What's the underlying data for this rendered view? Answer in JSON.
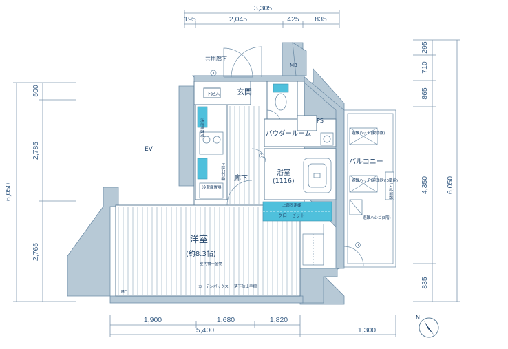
{
  "dimensions": {
    "top_total": "3,305",
    "top_segments": [
      "195",
      "2,045",
      "425",
      "835"
    ],
    "bottom_segments": [
      "1,900",
      "1,680",
      "1,820"
    ],
    "bottom_total": "5,400",
    "bottom_extra": "1,300",
    "left_segments": [
      "500",
      "2,785",
      "2,765"
    ],
    "left_total": "6,050",
    "right_segments": [
      "295",
      "710",
      "865",
      "4,350",
      "835"
    ],
    "right_total": "6,050"
  },
  "rooms": {
    "corridor": "共用廊下",
    "mb": "MB",
    "entrance": "玄関",
    "shoe_box": "下足入",
    "powder_room": "パウダールーム",
    "ps": "PS",
    "bathroom": "浴室",
    "bath_size": "(1116)",
    "hallway": "廊下",
    "ev": "EV",
    "balcony": "バルコニー",
    "closet": "クローゼット",
    "closet_shelf": "上部固定棚",
    "western_room": "洋室",
    "western_room_size": "(約8.3帖)",
    "washer": "洗濯機置場",
    "refrigerator": "冷蔵庫置場",
    "curtain_box": "カーテンボックス",
    "hanger": "室内物干金物",
    "fall_prevention": "落下防止手摺",
    "escape_hatch_1": "避難ハッチ(救助隊)",
    "escape_hatch_2": "避難ハッチ(避難器)(3階用)",
    "escape_ladder": "避難ハシゴ(3階)",
    "gas_meter": "ガス給湯器",
    "shelf": "上部吊戸棚",
    "mc": "MC"
  },
  "markers": {
    "one": "1",
    "one_b": "1",
    "one_c": "1"
  },
  "compass": {
    "north": "N"
  }
}
